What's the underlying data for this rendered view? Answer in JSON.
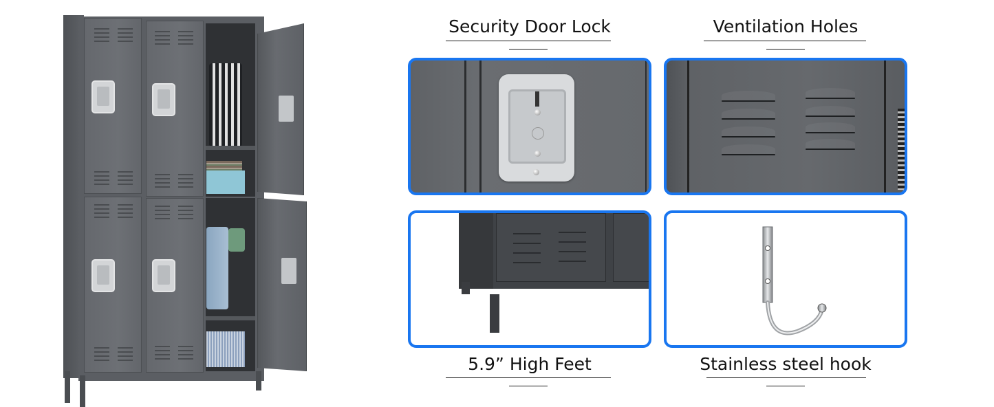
{
  "product": {
    "name": "locker-cabinet",
    "color_body": "#66696d",
    "illustration_alt": "Grey metal locker with 6 doors, two open right compartments showing hanging clothes, books, storage box and basket"
  },
  "features": [
    {
      "id": "security-door-lock",
      "caption": "Security Door Lock",
      "caption_position": "top",
      "image": "close-up of recessed lock handle on grey locker door"
    },
    {
      "id": "ventilation-holes",
      "caption": "Ventilation Holes",
      "caption_position": "top",
      "image": "close-up of two columns of four louvered vent slots"
    },
    {
      "id": "high-feet",
      "caption": "5.9”  High Feet",
      "caption_position": "bottom",
      "image": "close-up of locker base corner on raised legs"
    },
    {
      "id": "stainless-steel-hook",
      "caption": "Stainless steel hook",
      "caption_position": "bottom",
      "image": "single J-shaped stainless steel hook with two screw holes"
    }
  ],
  "style": {
    "card_border_color": "#1976f0",
    "caption_color": "#111111",
    "background": "#ffffff"
  }
}
